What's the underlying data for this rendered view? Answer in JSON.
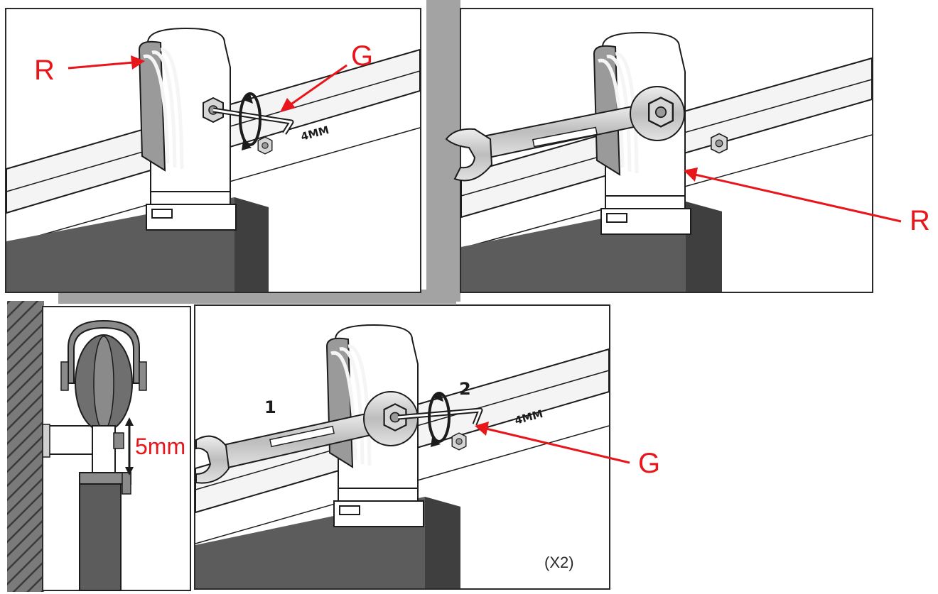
{
  "colors": {
    "callout": "#e8161b",
    "outline": "#1c1c1c",
    "panel_border": "#2a2a2a",
    "background_gray": "#a3a3a3",
    "door_dark": "#5c5c5c",
    "rail_light": "#f4f4f4",
    "wheel_gray": "#8a8a8a",
    "wrench_metal": "#c9c9c9"
  },
  "icons": {
    "allen_key": "allen-key-icon",
    "wrench": "open-end-wrench-icon",
    "rotation": "rotation-arrow-icon"
  },
  "panel_top_left": {
    "label_r": "R",
    "label_g": "G",
    "hex_size": "4MM"
  },
  "panel_top_right": {
    "label_r": "R"
  },
  "panel_side_view": {
    "gap": "5mm"
  },
  "panel_bottom": {
    "step_1": "1",
    "step_2": "2",
    "label_g": "G",
    "hex_size": "4MM",
    "quantity": "(X2)"
  }
}
